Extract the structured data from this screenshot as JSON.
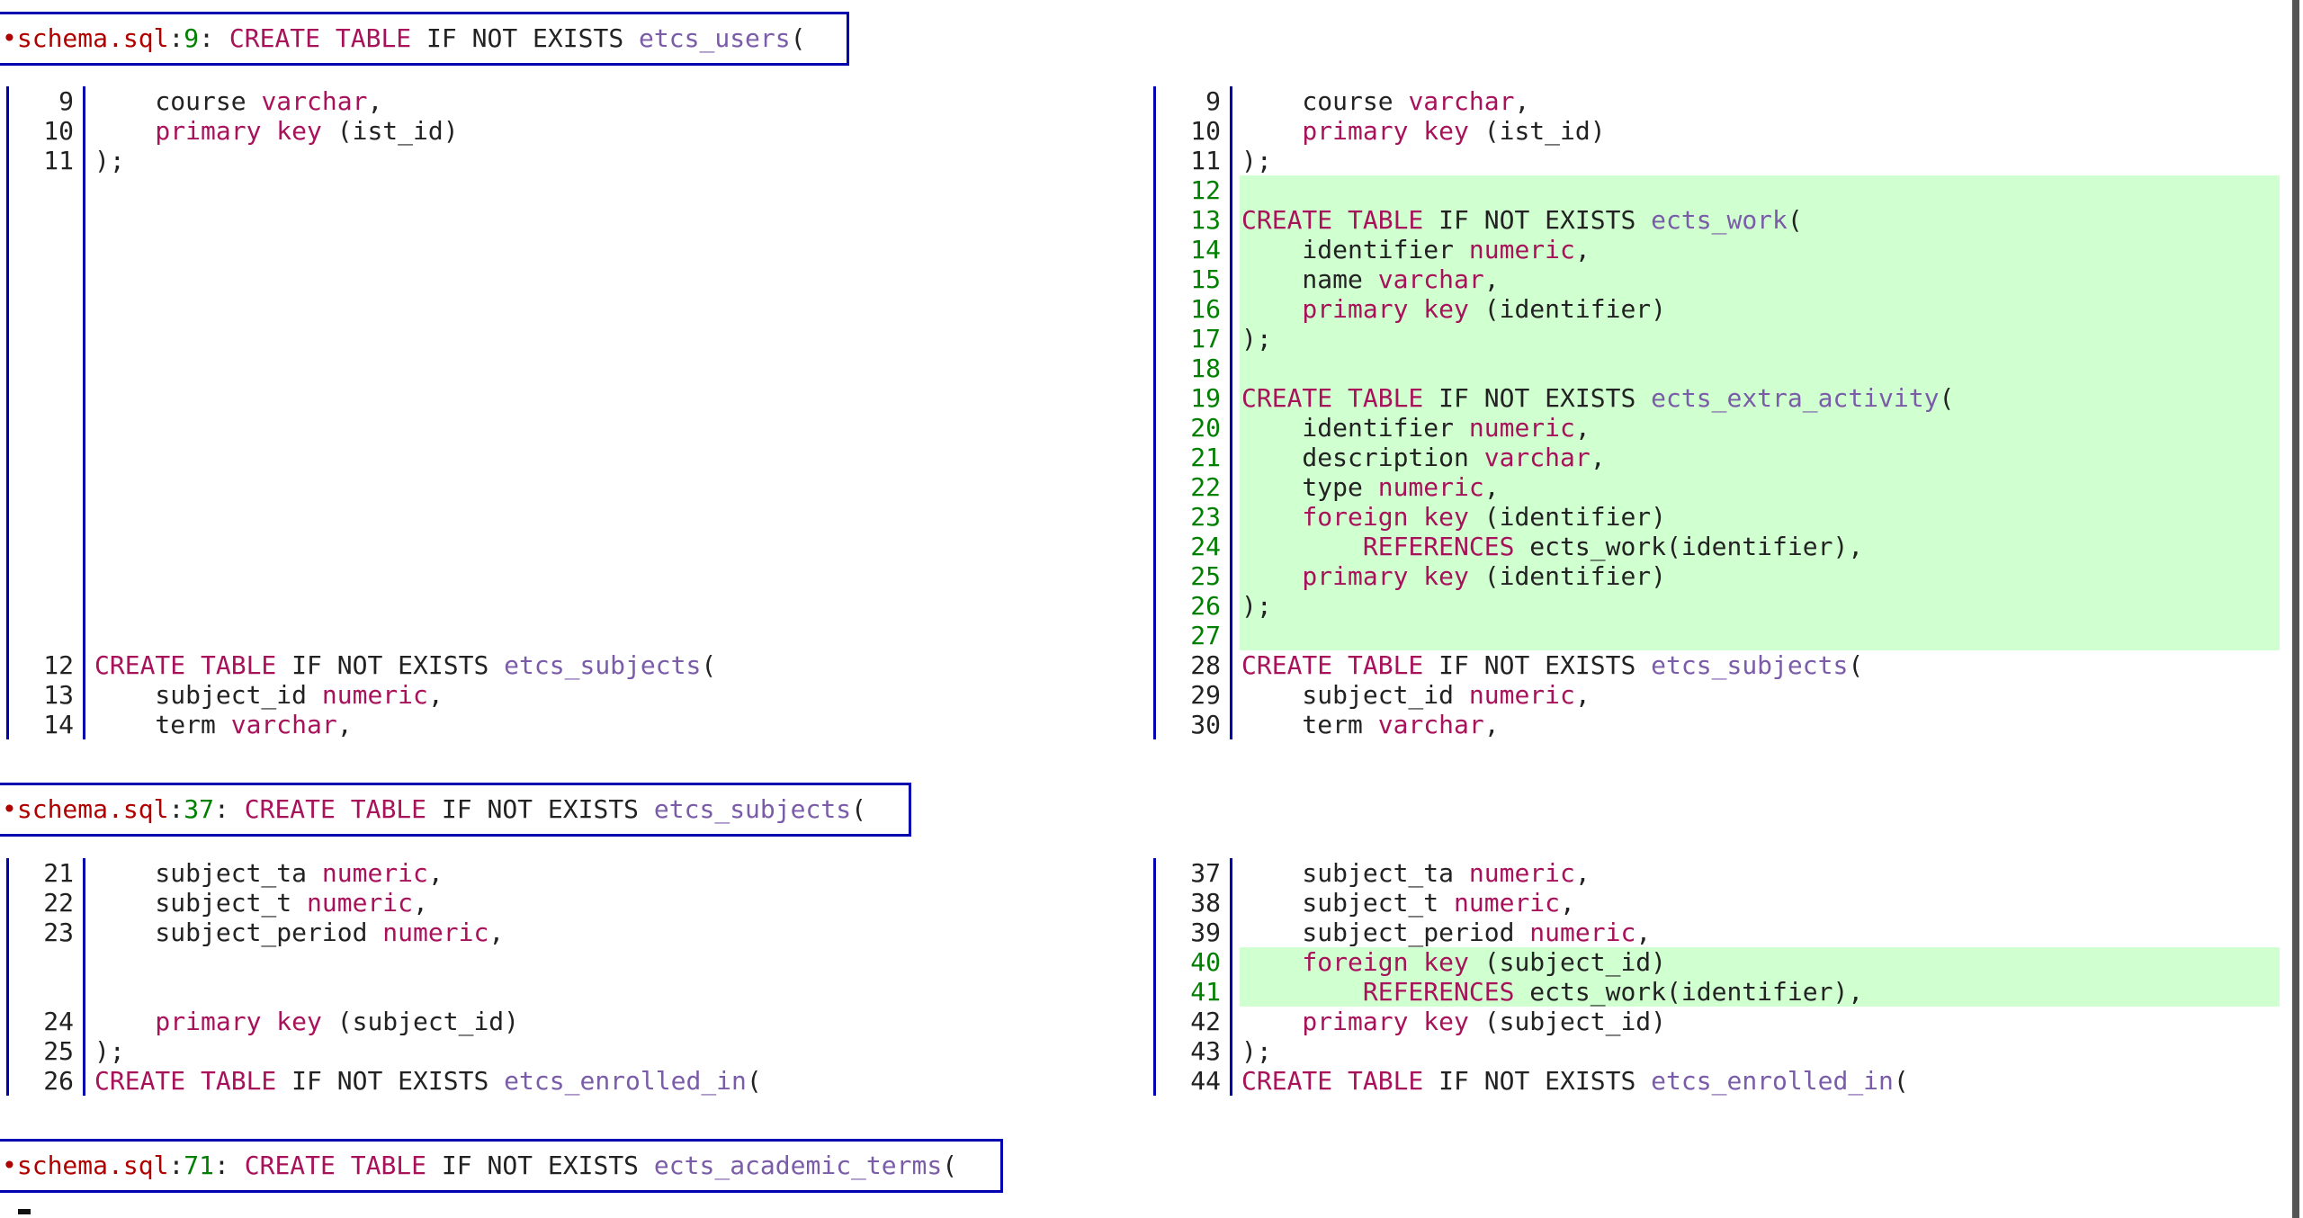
{
  "colors": {
    "keyword": "#a8125a",
    "identifier": "#7a5ca8",
    "filename": "#b00000",
    "line_number_header": "#008000",
    "border": "#0000b0",
    "added_bg": "#d0ffd0"
  },
  "hunks": [
    {
      "header": {
        "bullet": "•",
        "file": "schema.sql",
        "sep": ":",
        "line": "9",
        "colon": ": ",
        "kw": "CREATE TABLE",
        "plain": " IF NOT EXISTS ",
        "name": "etcs_users",
        "tail": "("
      },
      "left": [
        {
          "n": "9",
          "t": [
            [
              "t",
              "    course "
            ],
            [
              "k",
              "varchar"
            ],
            [
              "t",
              ","
            ]
          ]
        },
        {
          "n": "10",
          "t": [
            [
              "k",
              "    primary key"
            ],
            [
              "t",
              " (ist_id)"
            ]
          ]
        },
        {
          "n": "11",
          "t": [
            [
              "t",
              ");"
            ]
          ]
        },
        {
          "n": "",
          "t": []
        },
        {
          "n": "",
          "t": []
        },
        {
          "n": "",
          "t": []
        },
        {
          "n": "",
          "t": []
        },
        {
          "n": "",
          "t": []
        },
        {
          "n": "",
          "t": []
        },
        {
          "n": "",
          "t": []
        },
        {
          "n": "",
          "t": []
        },
        {
          "n": "",
          "t": []
        },
        {
          "n": "",
          "t": []
        },
        {
          "n": "",
          "t": []
        },
        {
          "n": "",
          "t": []
        },
        {
          "n": "",
          "t": []
        },
        {
          "n": "",
          "t": []
        },
        {
          "n": "",
          "t": []
        },
        {
          "n": "",
          "t": []
        },
        {
          "n": "12",
          "t": [
            [
              "k",
              "CREATE TABLE"
            ],
            [
              "t",
              " IF NOT EXISTS "
            ],
            [
              "i",
              "etcs_subjects"
            ],
            [
              "t",
              "("
            ]
          ]
        },
        {
          "n": "13",
          "t": [
            [
              "t",
              "    subject_id "
            ],
            [
              "k",
              "numeric"
            ],
            [
              "t",
              ","
            ]
          ]
        },
        {
          "n": "14",
          "t": [
            [
              "t",
              "    term "
            ],
            [
              "k",
              "varchar"
            ],
            [
              "t",
              ","
            ]
          ]
        }
      ],
      "right": [
        {
          "n": "9",
          "t": [
            [
              "t",
              "    course "
            ],
            [
              "k",
              "varchar"
            ],
            [
              "t",
              ","
            ]
          ]
        },
        {
          "n": "10",
          "t": [
            [
              "k",
              "    primary key"
            ],
            [
              "t",
              " (ist_id)"
            ]
          ]
        },
        {
          "n": "11",
          "t": [
            [
              "t",
              ");"
            ]
          ]
        },
        {
          "n": "12",
          "add": true,
          "t": []
        },
        {
          "n": "13",
          "add": true,
          "t": [
            [
              "k",
              "CREATE TABLE"
            ],
            [
              "t",
              " IF NOT EXISTS "
            ],
            [
              "i",
              "ects_work"
            ],
            [
              "t",
              "("
            ]
          ]
        },
        {
          "n": "14",
          "add": true,
          "t": [
            [
              "t",
              "    identifier "
            ],
            [
              "k",
              "numeric"
            ],
            [
              "t",
              ","
            ]
          ]
        },
        {
          "n": "15",
          "add": true,
          "t": [
            [
              "t",
              "    name "
            ],
            [
              "k",
              "varchar"
            ],
            [
              "t",
              ","
            ]
          ]
        },
        {
          "n": "16",
          "add": true,
          "t": [
            [
              "k",
              "    primary key"
            ],
            [
              "t",
              " (identifier)"
            ]
          ]
        },
        {
          "n": "17",
          "add": true,
          "t": [
            [
              "t",
              ");"
            ]
          ]
        },
        {
          "n": "18",
          "add": true,
          "t": []
        },
        {
          "n": "19",
          "add": true,
          "t": [
            [
              "k",
              "CREATE TABLE"
            ],
            [
              "t",
              " IF NOT EXISTS "
            ],
            [
              "i",
              "ects_extra_activity"
            ],
            [
              "t",
              "("
            ]
          ]
        },
        {
          "n": "20",
          "add": true,
          "t": [
            [
              "t",
              "    identifier "
            ],
            [
              "k",
              "numeric"
            ],
            [
              "t",
              ","
            ]
          ]
        },
        {
          "n": "21",
          "add": true,
          "t": [
            [
              "t",
              "    description "
            ],
            [
              "k",
              "varchar"
            ],
            [
              "t",
              ","
            ]
          ]
        },
        {
          "n": "22",
          "add": true,
          "t": [
            [
              "t",
              "    type "
            ],
            [
              "k",
              "numeric"
            ],
            [
              "t",
              ","
            ]
          ]
        },
        {
          "n": "23",
          "add": true,
          "t": [
            [
              "k",
              "    foreign key"
            ],
            [
              "t",
              " (identifier)"
            ]
          ]
        },
        {
          "n": "24",
          "add": true,
          "t": [
            [
              "k",
              "        REFERENCES"
            ],
            [
              "t",
              " ects_work(identifier),"
            ]
          ]
        },
        {
          "n": "25",
          "add": true,
          "t": [
            [
              "k",
              "    primary key"
            ],
            [
              "t",
              " (identifier)"
            ]
          ]
        },
        {
          "n": "26",
          "add": true,
          "t": [
            [
              "t",
              ");"
            ]
          ]
        },
        {
          "n": "27",
          "add": true,
          "t": []
        },
        {
          "n": "28",
          "t": [
            [
              "k",
              "CREATE TABLE"
            ],
            [
              "t",
              " IF NOT EXISTS "
            ],
            [
              "i",
              "etcs_subjects"
            ],
            [
              "t",
              "("
            ]
          ]
        },
        {
          "n": "29",
          "t": [
            [
              "t",
              "    subject_id "
            ],
            [
              "k",
              "numeric"
            ],
            [
              "t",
              ","
            ]
          ]
        },
        {
          "n": "30",
          "t": [
            [
              "t",
              "    term "
            ],
            [
              "k",
              "varchar"
            ],
            [
              "t",
              ","
            ]
          ]
        }
      ]
    },
    {
      "header": {
        "bullet": "•",
        "file": "schema.sql",
        "sep": ":",
        "line": "37",
        "colon": ": ",
        "kw": "CREATE TABLE",
        "plain": " IF NOT EXISTS ",
        "name": "etcs_subjects",
        "tail": "("
      },
      "left": [
        {
          "n": "21",
          "t": [
            [
              "t",
              "    subject_ta "
            ],
            [
              "k",
              "numeric"
            ],
            [
              "t",
              ","
            ]
          ]
        },
        {
          "n": "22",
          "t": [
            [
              "t",
              "    subject_t "
            ],
            [
              "k",
              "numeric"
            ],
            [
              "t",
              ","
            ]
          ]
        },
        {
          "n": "23",
          "t": [
            [
              "t",
              "    subject_period "
            ],
            [
              "k",
              "numeric"
            ],
            [
              "t",
              ","
            ]
          ]
        },
        {
          "n": "",
          "t": []
        },
        {
          "n": "",
          "t": []
        },
        {
          "n": "24",
          "t": [
            [
              "k",
              "    primary key"
            ],
            [
              "t",
              " (subject_id)"
            ]
          ]
        },
        {
          "n": "25",
          "t": [
            [
              "t",
              ");"
            ]
          ]
        },
        {
          "n": "26",
          "t": [
            [
              "k",
              "CREATE TABLE"
            ],
            [
              "t",
              " IF NOT EXISTS "
            ],
            [
              "i",
              "etcs_enrolled_in"
            ],
            [
              "t",
              "("
            ]
          ]
        }
      ],
      "right": [
        {
          "n": "37",
          "t": [
            [
              "t",
              "    subject_ta "
            ],
            [
              "k",
              "numeric"
            ],
            [
              "t",
              ","
            ]
          ]
        },
        {
          "n": "38",
          "t": [
            [
              "t",
              "    subject_t "
            ],
            [
              "k",
              "numeric"
            ],
            [
              "t",
              ","
            ]
          ]
        },
        {
          "n": "39",
          "t": [
            [
              "t",
              "    subject_period "
            ],
            [
              "k",
              "numeric"
            ],
            [
              "t",
              ","
            ]
          ]
        },
        {
          "n": "40",
          "add": true,
          "t": [
            [
              "k",
              "    foreign key"
            ],
            [
              "t",
              " (subject_id)"
            ]
          ]
        },
        {
          "n": "41",
          "add": true,
          "t": [
            [
              "k",
              "        REFERENCES"
            ],
            [
              "t",
              " ects_work(identifier),"
            ]
          ]
        },
        {
          "n": "42",
          "t": [
            [
              "k",
              "    primary key"
            ],
            [
              "t",
              " (subject_id)"
            ]
          ]
        },
        {
          "n": "43",
          "t": [
            [
              "t",
              ");"
            ]
          ]
        },
        {
          "n": "44",
          "t": [
            [
              "k",
              "CREATE TABLE"
            ],
            [
              "t",
              " IF NOT EXISTS "
            ],
            [
              "i",
              "etcs_enrolled_in"
            ],
            [
              "t",
              "("
            ]
          ]
        }
      ]
    },
    {
      "header": {
        "bullet": "•",
        "file": "schema.sql",
        "sep": ":",
        "line": "71",
        "colon": ": ",
        "kw": "CREATE TABLE",
        "plain": " IF NOT EXISTS ",
        "name": "ects_academic_terms",
        "tail": "("
      },
      "left": [],
      "right": []
    }
  ]
}
